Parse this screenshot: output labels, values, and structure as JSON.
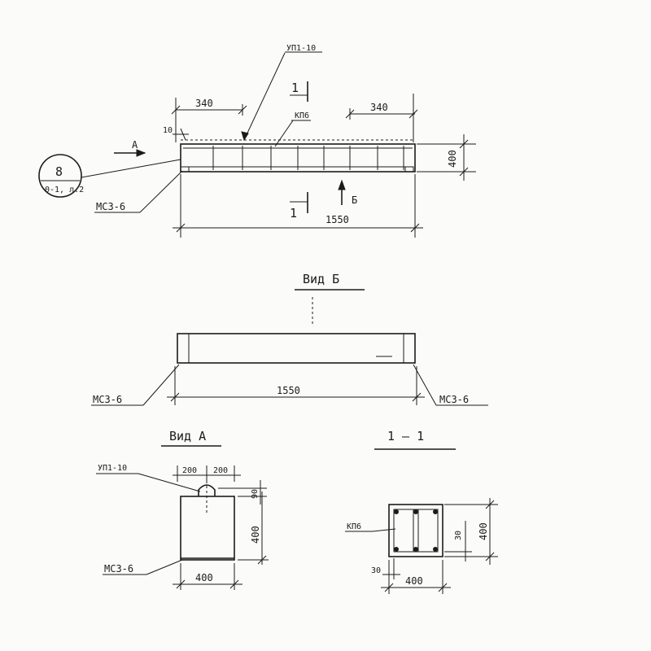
{
  "top_view": {
    "label_up": "УП1-10",
    "label_kp": "КП6",
    "dim_left": "340",
    "dim_right": "340",
    "dim_cover": "10",
    "dim_height": "400",
    "dim_length": "1550",
    "section_mark": "1",
    "view_a_mark": "А",
    "view_b_mark": "Б",
    "node_num": "8",
    "node_sheet": "0-1, л.2",
    "label_mc": "МС3-6"
  },
  "view_b": {
    "title": "Вид Б",
    "dim_length": "1550",
    "label_left": "МС3-6",
    "label_right": "МС3-6"
  },
  "view_a": {
    "title": "Вид А",
    "label_up": "УП1-10",
    "dim_top_left": "200",
    "dim_top_right": "200",
    "dim_loop": "90",
    "dim_height": "400",
    "dim_width": "400",
    "label_mc": "МС3-6"
  },
  "section": {
    "title": "1 — 1",
    "label_kp": "КП6",
    "dim_cover_side": "30",
    "dim_cover_bottom": "30",
    "dim_height": "400",
    "dim_width": "400"
  }
}
